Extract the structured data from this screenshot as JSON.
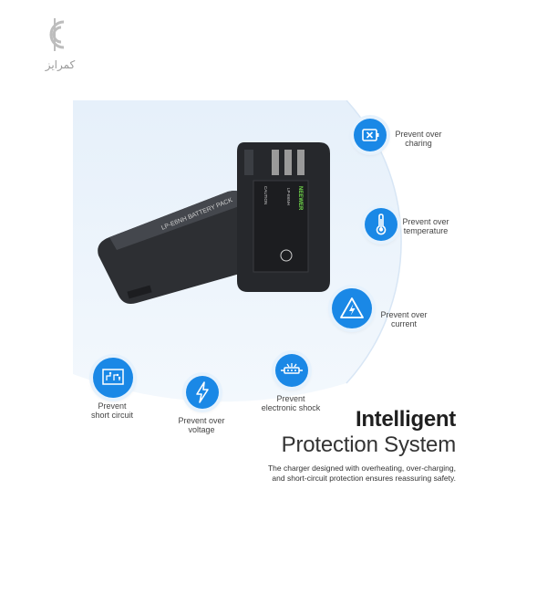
{
  "logo": {
    "text": "کمرایز",
    "icon": "cc-logo-icon"
  },
  "colors": {
    "accent": "#1a88e6",
    "backdrop": "#e8f1fb"
  },
  "features": [
    {
      "label_line1": "Prevent over",
      "label_line2": "charing",
      "icon": "battery-x-icon"
    },
    {
      "label_line1": "Prevent over",
      "label_line2": "temperature",
      "icon": "thermometer-icon"
    },
    {
      "label_line1": "Prevent over",
      "label_line2": "current",
      "icon": "warning-bolt-icon"
    },
    {
      "label_line1": "Prevent",
      "label_line2": "electronic shock",
      "icon": "circuit-shock-icon"
    },
    {
      "label_line1": "Prevent over",
      "label_line2": "voltage",
      "icon": "lightning-icon"
    },
    {
      "label_line1": "Prevent",
      "label_line2": "short circuit",
      "icon": "circuit-board-icon"
    }
  ],
  "battery": {
    "brand": "NEEWER",
    "model": "LP-E6NH",
    "back_label": "LP-E6NH BATTERY PACK",
    "caution": "CAUTION"
  },
  "headline": {
    "line1": "Intelligent",
    "line2": "Protection System"
  },
  "description": {
    "line1": "The charger designed with overheating, over-charging,",
    "line2": "and short-circuit protection ensures reassuring safety."
  }
}
